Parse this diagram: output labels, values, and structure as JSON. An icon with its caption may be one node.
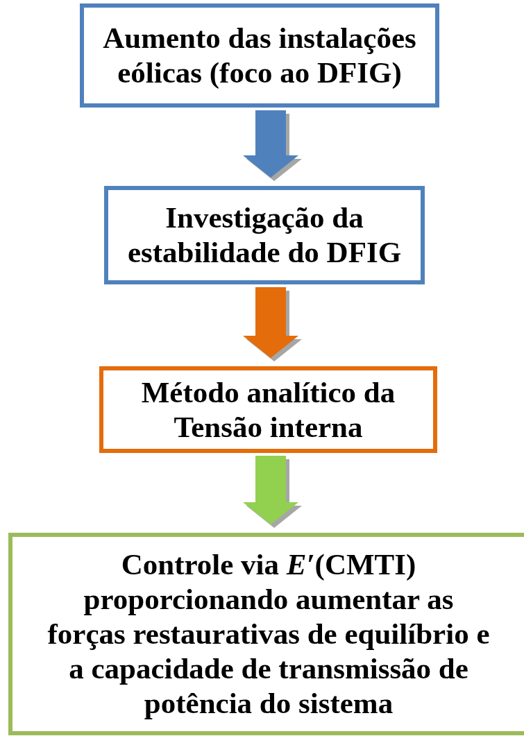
{
  "diagram": {
    "nodes": [
      {
        "text": [
          "Aumento das instalações eólicas (foco ao DFIG)"
        ]
      },
      {
        "text": [
          "Investigação da estabilidade do DFIG"
        ]
      },
      {
        "text": [
          "Método analítico da Tensão interna"
        ]
      },
      {
        "text": [
          "Controle via *E′*(CMTI) proporcionando aumentar as forças restaurativas de equilíbrio e a capacidade de transmissão de potência do sistema"
        ]
      }
    ],
    "edges": [
      {
        "from": 0,
        "to": 1,
        "arrow": "to",
        "color": "#4f81bd"
      },
      {
        "from": 1,
        "to": 2,
        "arrow": "to",
        "color": "#e46c0a"
      },
      {
        "from": 2,
        "to": 3,
        "arrow": "to",
        "color": "#92d050"
      }
    ]
  }
}
